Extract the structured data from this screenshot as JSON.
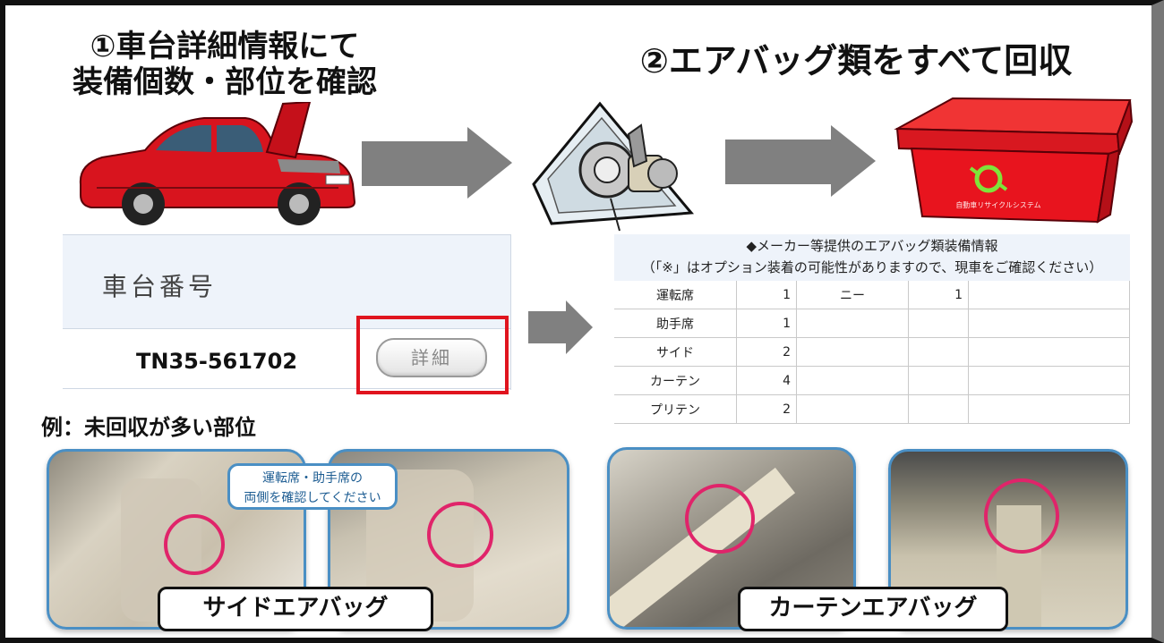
{
  "step1": {
    "line1": "①車台詳細情報にて",
    "line2": "装備個数・部位を確認"
  },
  "step2": {
    "title": "②エアバッグ類をすべて回収"
  },
  "recycle_box": {
    "logo_text": "自動車リサイクルシステム",
    "color": "#e8141e"
  },
  "vehicle_panel": {
    "header": "車台番号",
    "number": "TN35-561702",
    "detail_button": "詳細"
  },
  "airbag_table": {
    "caption_line1": "◆メーカー等提供のエアバッグ類装備情報",
    "caption_line2": "（「※」はオプション装着の可能性がありますので、現車をご確認ください）",
    "rows": [
      {
        "position": "運転席",
        "count": "1",
        "option_label": "ニー",
        "option_count": "1"
      },
      {
        "position": "助手席",
        "count": "1",
        "option_label": "",
        "option_count": ""
      },
      {
        "position": "サイド",
        "count": "2",
        "option_label": "",
        "option_count": ""
      },
      {
        "position": "カーテン",
        "count": "4",
        "option_label": "",
        "option_count": ""
      },
      {
        "position": "プリテン",
        "count": "2",
        "option_label": "",
        "option_count": ""
      }
    ]
  },
  "example_heading": "例：未回収が多い部位",
  "photo_bubble": {
    "line1": "運転席・助手席の",
    "line2": "両側を確認してください"
  },
  "photo_labels": {
    "side": "サイドエアバッグ",
    "curtain": "カーテンエアバッグ"
  },
  "colors": {
    "highlight_red": "#e0141e",
    "ring_pink": "#e0246a",
    "card_border": "#4a8fc4",
    "arrow_gray": "#808080"
  }
}
